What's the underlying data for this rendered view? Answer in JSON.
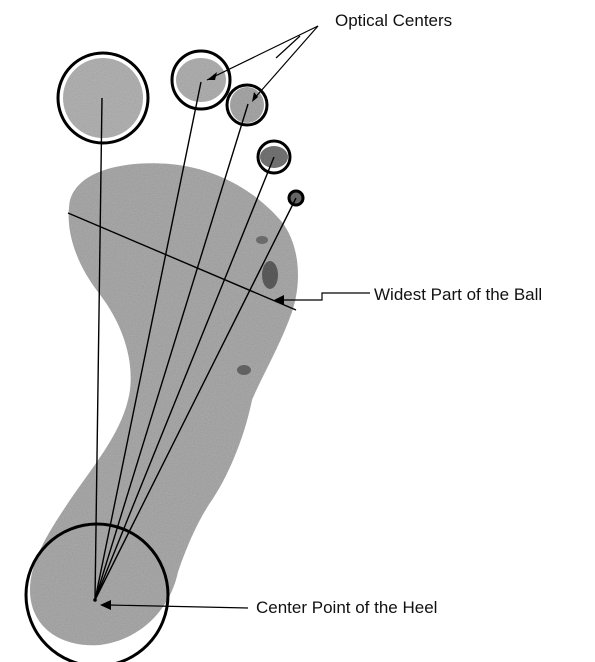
{
  "labels": {
    "optical_centers": "Optical Centers",
    "widest_part_of_ball": "Widest Part of the Ball",
    "center_point_of_heel": "Center Point of the Heel"
  },
  "colors": {
    "footprint_fill": "#8f8f8f",
    "footprint_dark": "#5a5a5a",
    "line": "#000000",
    "background": "#ffffff"
  },
  "markers": {
    "toe_circles": 5,
    "heel_circle": 1
  }
}
